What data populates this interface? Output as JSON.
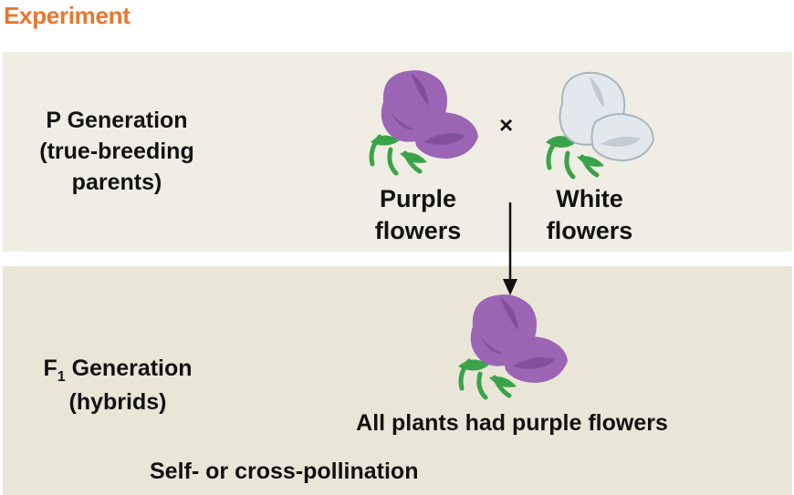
{
  "heading": "Experiment",
  "p_generation": {
    "title": "P Generation",
    "subtitle_line1": "(true-breeding",
    "subtitle_line2": "parents)"
  },
  "cross_symbol": "×",
  "parents": [
    {
      "line1": "Purple",
      "line2": "flowers",
      "color": "#9b64b5"
    },
    {
      "line1": "White",
      "line2": "flowers",
      "color": "#e3e8ec"
    }
  ],
  "f1_generation": {
    "title_prefix": "F",
    "title_sub": "1",
    "title_suffix": " Generation",
    "subtitle": "(hybrids)"
  },
  "f1_result": "All plants had purple flowers",
  "footer": "Self- or cross-pollination",
  "colors": {
    "heading": "#e8762c",
    "purple_petal": "#9b64b5",
    "purple_shade": "#6f3f8c",
    "white_petal": "#e3e8ec",
    "white_shade": "#aab5bf",
    "leaf": "#3aa34a"
  }
}
